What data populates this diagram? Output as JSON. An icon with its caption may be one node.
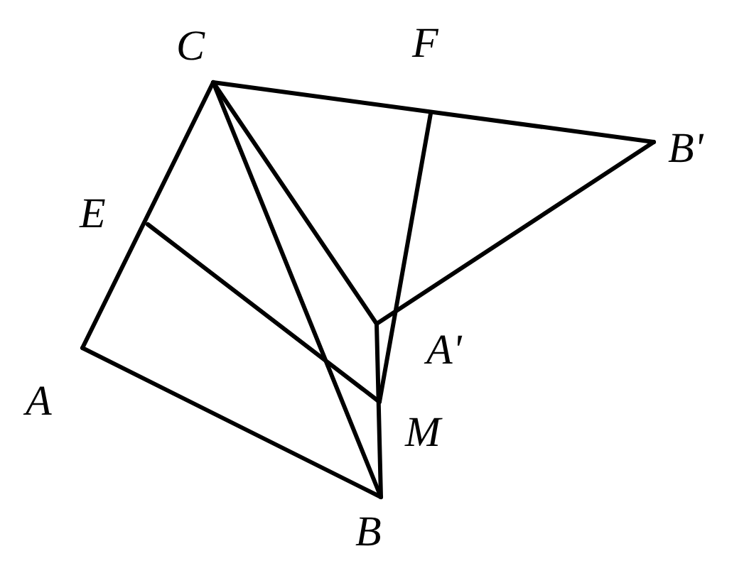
{
  "diagram": {
    "labels": [
      "C",
      "F",
      "B'",
      "E",
      "A'",
      "A",
      "M",
      "B"
    ]
  }
}
